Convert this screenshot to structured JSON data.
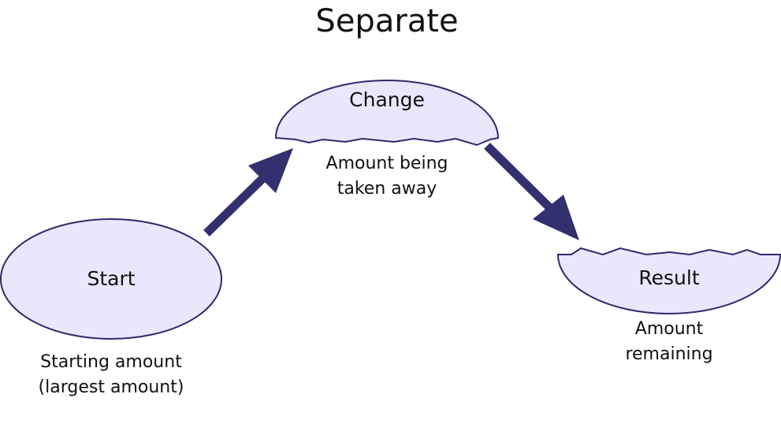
{
  "title": "Separate",
  "colors": {
    "fill": "#ece6fc",
    "stroke": "#2e2a6e",
    "arrow": "#32306e"
  },
  "start": {
    "label": "Start",
    "caption_line1": "Starting amount",
    "caption_line2": "(largest amount)"
  },
  "change": {
    "label": "Change",
    "caption_line1": "Amount being",
    "caption_line2": "taken away"
  },
  "result": {
    "label": "Result",
    "caption_line1": "Amount",
    "caption_line2": "remaining"
  }
}
